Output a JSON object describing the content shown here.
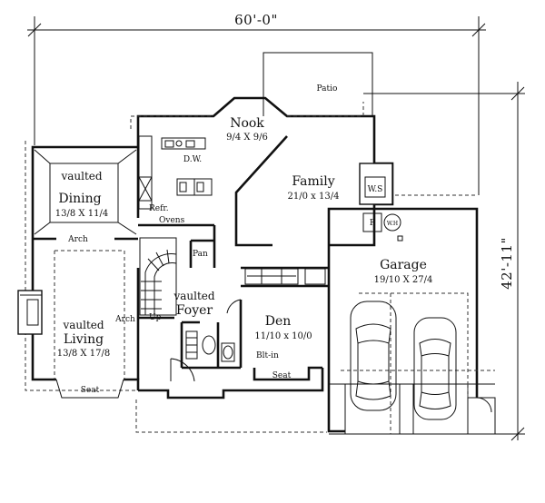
{
  "dimensions": {
    "width": "60'-0\"",
    "depth": "42'-11\""
  },
  "rooms": {
    "patio": {
      "name": "Patio"
    },
    "nook": {
      "name": "Nook",
      "size": "9/4 X 9/6"
    },
    "family": {
      "name": "Family",
      "size": "21/0 x 13/4"
    },
    "dining": {
      "prefix": "vaulted",
      "name": "Dining",
      "size": "13/8 X 11/4"
    },
    "living": {
      "prefix": "vaulted",
      "name": "Living",
      "size": "13/8 X 17/8"
    },
    "foyer": {
      "prefix": "vaulted",
      "name": "Foyer"
    },
    "den": {
      "name": "Den",
      "size": "11/10 x 10/0"
    },
    "garage": {
      "name": "Garage",
      "size": "19/10 X 27/4"
    }
  },
  "fixtures": {
    "dishwasher": "D.W.",
    "refrigerator": "Refr.",
    "ovens": "Ovens",
    "pantry": "Pan",
    "wood_stove": "W.S",
    "furnace": "F",
    "water_heater": "W.H",
    "built_in": "Blt-in",
    "arch_dining": "Arch",
    "arch_living": "Arch",
    "stair_up": "Up",
    "seat_living": "Seat",
    "seat_den": "Seat"
  }
}
